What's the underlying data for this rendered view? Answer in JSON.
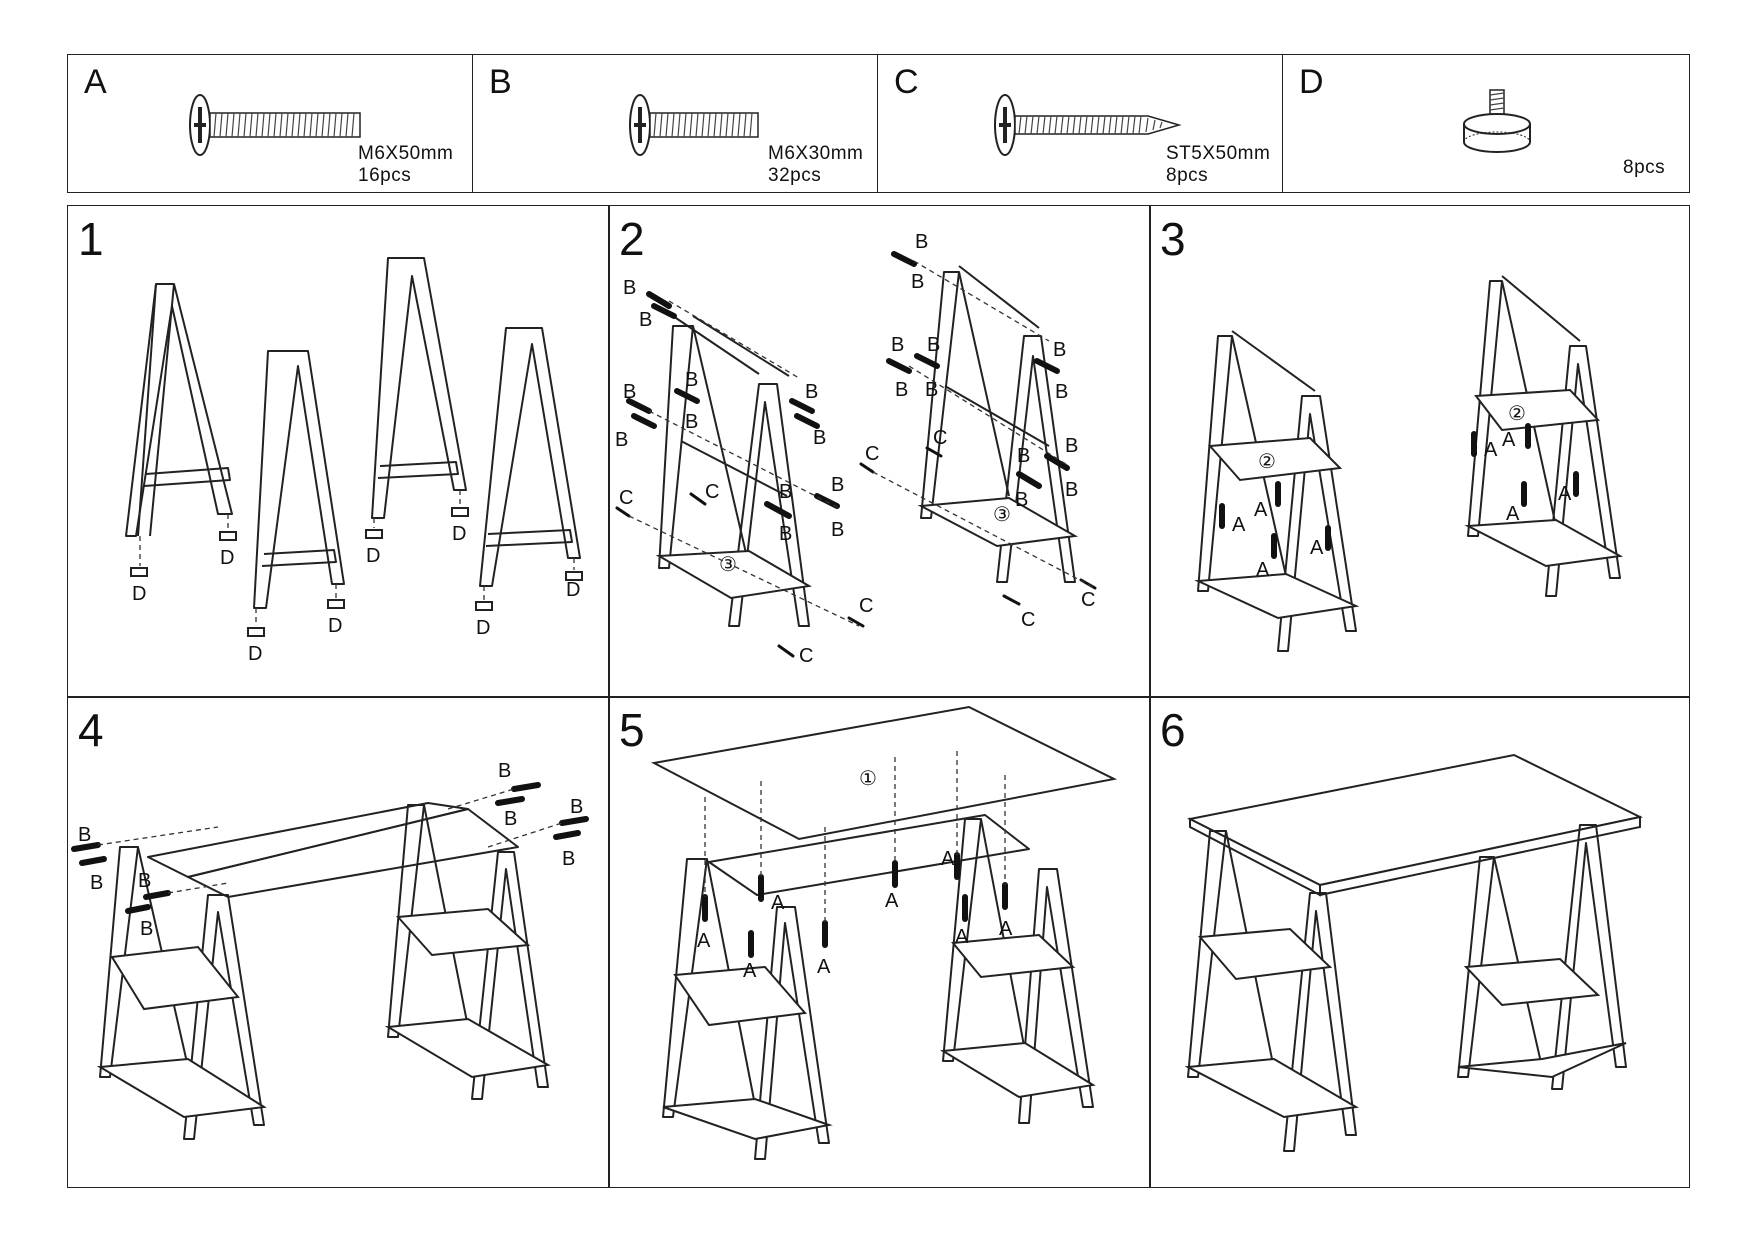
{
  "hardware": [
    {
      "letter": "A",
      "size": "M6X50mm",
      "qty": "16pcs"
    },
    {
      "letter": "B",
      "size": "M6X30mm",
      "qty": "32pcs"
    },
    {
      "letter": "C",
      "size": "ST5X50mm",
      "qty": "8pcs"
    },
    {
      "letter": "D",
      "size": "",
      "qty": "8pcs"
    }
  ],
  "steps": [
    {
      "number": "1"
    },
    {
      "number": "2"
    },
    {
      "number": "3"
    },
    {
      "number": "4"
    },
    {
      "number": "5"
    },
    {
      "number": "6"
    }
  ],
  "callouts": {
    "a": "A",
    "b": "B",
    "c": "C",
    "d": "D",
    "part_top": "①",
    "part_shelf": "②",
    "part_bottom": "③"
  }
}
